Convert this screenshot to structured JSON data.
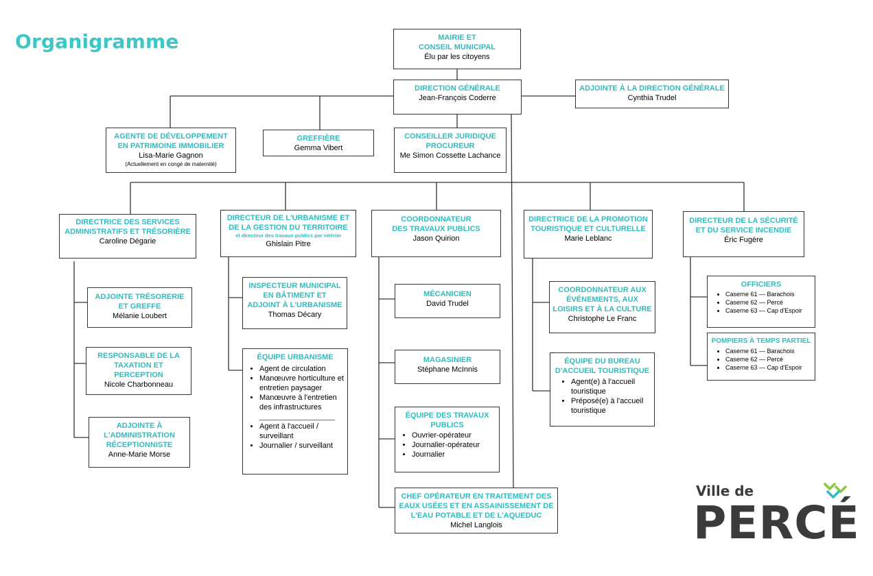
{
  "page_title": "Organigramme",
  "mairie": {
    "title_1": "MAIRIE ET",
    "title_2": "CONSEIL MUNICIPAL",
    "name": "Élu par les citoyens"
  },
  "direction_generale": {
    "title": "DIRECTION GÉNÉRALE",
    "name": "Jean-François Coderre"
  },
  "adjointe_dg": {
    "title": "ADJOINTE À LA DIRECTION GÉNÉRALE",
    "name": "Cynthia Trudel"
  },
  "agente_dev": {
    "title_1": "AGENTE DE DÉVELOPPEMENT",
    "title_2": "EN PATRIMOINE IMMOBILIER",
    "name": "Lisa-Marie Gagnon",
    "note": "(Actuellement en congé de maternité)"
  },
  "greffiere": {
    "title": "GREFFIÈRE",
    "name": "Gemma Vibert"
  },
  "conseiller": {
    "title_1": "CONSEILLER JURIDIQUE",
    "title_2": "PROCUREUR",
    "name": "Me Simon Cossette Lachance"
  },
  "dir_services": {
    "title_1": "DIRECTRICE DES SERVICES",
    "title_2": "ADMINISTRATIFS ET TRÉSORIÈRE",
    "name": "Caroline Dégarie"
  },
  "dir_urbanisme": {
    "title_1": "DIRECTEUR DE L'URBANISME ET",
    "title_2": "DE LA GESTION DU TERRITOIRE",
    "sub": "et directeur des travaux publics par intérim",
    "name": "Ghislain Pitre"
  },
  "coord_tp": {
    "title_1": "COORDONNATEUR",
    "title_2": "DES TRAVAUX PUBLICS",
    "name": "Jason Quirion"
  },
  "dir_promotion": {
    "title_1": "DIRECTRICE DE LA PROMOTION",
    "title_2": "TOURISTIQUE ET CULTURELLE",
    "name": "Marie Leblanc"
  },
  "dir_securite": {
    "title_1": "DIRECTEUR DE LA SÉCURITÉ",
    "title_2": "ET DU SERVICE INCENDIE",
    "name": "Éric Fugère"
  },
  "adj_tresorerie": {
    "title_1": "ADJOINTE TRÉSORERIE",
    "title_2": "ET GREFFE",
    "name": "Mélanie Loubert"
  },
  "resp_taxation": {
    "title_1": "RESPONSABLE DE LA",
    "title_2": "TAXATION ET",
    "title_3": "PERCEPTION",
    "name": "Nicole Charbonneau"
  },
  "adj_admin": {
    "title_1": "ADJOINTE À",
    "title_2": "L'ADMINISTRATION",
    "title_3": "RÉCEPTIONNISTE",
    "name": "Anne-Marie Morse"
  },
  "inspecteur": {
    "title_1": "INSPECTEUR MUNICIPAL",
    "title_2": "EN BÂTIMENT ET",
    "title_3": "ADJOINT À L'URBANISME",
    "name": "Thomas Décary"
  },
  "equipe_urbanisme": {
    "title": "ÉQUIPE URBANISME",
    "items": [
      "Agent de circulation",
      "Manœuvre horticulture et entretien paysager",
      "Manœuvre à l'entretien des infrastructures"
    ],
    "separator": "______________________",
    "items2": [
      "Agent à l'accueil / surveillant",
      "Journalier / surveillant"
    ]
  },
  "mecanicien": {
    "title": "MÉCANICIEN",
    "name": "David Trudel"
  },
  "magasinier": {
    "title": "MAGASINIER",
    "name": "Stéphane McInnis"
  },
  "equipe_tp": {
    "title_1": "ÉQUIPE DES TRAVAUX",
    "title_2": "PUBLICS",
    "items": [
      "Ouvrier-opérateur",
      "Journalier-opérateur",
      "Journalier"
    ]
  },
  "chef_operateur": {
    "title_1": "CHEF OPÉRATEUR EN TRAITEMENT DES",
    "title_2": "EAUX USÉES ET EN ASSAINISSEMENT DE",
    "title_3": "L'EAU POTABLE ET DE L'AQUEDUC",
    "name": "Michel Langlois"
  },
  "coord_evenements": {
    "title_1": "COORDONNATEUR AUX",
    "title_2": "ÉVÉNEMENTS, AUX",
    "title_3": "LOISIRS ET À LA CULTURE",
    "name": "Christophe Le Franc"
  },
  "equipe_bureau": {
    "title_1": "ÉQUIPE DU BUREAU",
    "title_2": "D'ACCUEIL TOURISTIQUE",
    "items": [
      "Agent(e) à l'accueil touristique",
      "Préposé(e) à l'accueil touristique"
    ]
  },
  "officiers": {
    "title": "OFFICIERS",
    "items": [
      "Caserne 61 — Barachois",
      "Caserne 62 — Percé",
      "Caserne 63 — Cap d'Espoir"
    ]
  },
  "pompiers": {
    "title": "POMPIERS À TEMPS PARTIEL",
    "items": [
      "Caserne 61 — Barachois",
      "Caserne 62 — Percé",
      "Caserne 63 — Cap d'Espoir"
    ]
  },
  "logo": {
    "line1": "Ville de",
    "line2": "PERCÉ"
  },
  "colors": {
    "accent": "#2fbcc0",
    "title": "#3cc6c6",
    "logo_dark": "#3b3b3b",
    "logo_teal": "#2fbcc0",
    "logo_green": "#8cc63f"
  }
}
